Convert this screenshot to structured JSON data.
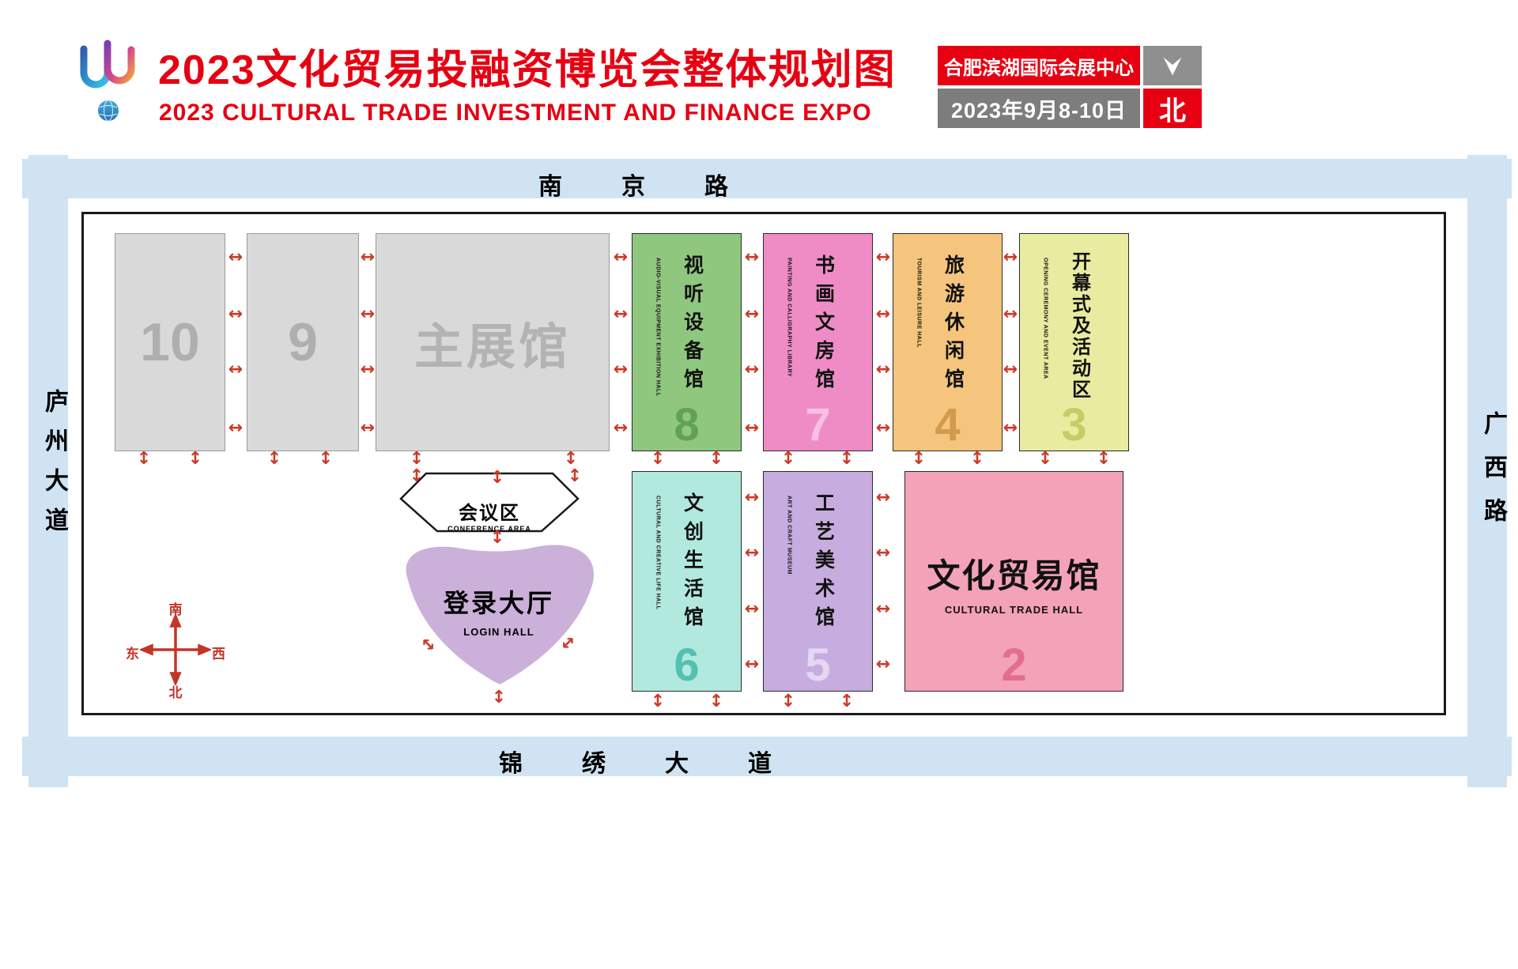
{
  "header": {
    "title_zh": "2023文化贸易投融资博览会整体规划图",
    "title_en": "2023 CULTURAL TRADE INVESTMENT AND FINANCE EXPO",
    "venue": "合肥滨湖国际会展中心",
    "dates": "2023年9月8-10日",
    "north_label": "北"
  },
  "roads": {
    "top": "南京路",
    "bottom": "锦绣大道",
    "left": "庐州大道",
    "right": "广西路"
  },
  "compass": {
    "south": "南",
    "north": "北",
    "east": "东",
    "west": "西"
  },
  "map": {
    "halls": [
      {
        "id": "hall-10",
        "number": "10",
        "fill": "#d9d9d9",
        "number_color": "#afafaf"
      },
      {
        "id": "hall-9",
        "number": "9",
        "fill": "#d9d9d9",
        "number_color": "#afafaf"
      },
      {
        "id": "main-hall",
        "name_zh": "主展馆",
        "fill": "#d9d9d9",
        "name_color": "#b3b3b3"
      },
      {
        "id": "hall-8",
        "number": "8",
        "name_zh": "视听设备馆",
        "name_en": "AUDIO-VISUAL EQUIPMENT EXHIBITION HALL",
        "fill": "#90c77e",
        "number_color": "#61a254"
      },
      {
        "id": "hall-7",
        "number": "7",
        "name_zh": "书画文房馆",
        "name_en": "PAINTING AND CALLIGRAPHY LIBRARY",
        "fill": "#ef8cc6",
        "number_color": "#f8c0e3"
      },
      {
        "id": "hall-4",
        "number": "4",
        "name_zh": "旅游休闲馆",
        "name_en": "TOURISM AND LEISURE HALL",
        "fill": "#f6c57d",
        "number_color": "#d29a4d"
      },
      {
        "id": "hall-3",
        "number": "3",
        "name_zh": "开幕式及活动区",
        "name_en": "OPENING CEREMONY AND EVENT AREA",
        "fill": "#e9eca0",
        "number_color": "#c6cc66"
      },
      {
        "id": "hall-6",
        "number": "6",
        "name_zh": "文创生活馆",
        "name_en": "CULTURAL AND CREATIVE LIFE HALL",
        "fill": "#b2e9de",
        "number_color": "#52c1b0"
      },
      {
        "id": "hall-5",
        "number": "5",
        "name_zh": "工艺美术馆",
        "name_en": "ART AND CRAFT MUSEUM",
        "fill": "#c7addf",
        "number_color": "#e3d7f2"
      },
      {
        "id": "hall-2",
        "number": "2",
        "name_zh": "文化贸易馆",
        "name_en": "CULTURAL TRADE HALL",
        "fill": "#f3a2b7",
        "number_color": "#e06e8f"
      }
    ],
    "conference": {
      "name_zh": "会议区",
      "name_en": "CONFERENCE AREA"
    },
    "login": {
      "name_zh": "登录大厅",
      "name_en": "LOGIN HALL",
      "fill": "#cbb1d9"
    }
  },
  "colors": {
    "accent_red": "#e60012",
    "road": "#cfe3f2",
    "arrow": "#cb3a28",
    "gray_box": "#7d7d7d"
  },
  "icons": {
    "door_arrow_h": "↔",
    "door_arrow_v": "↕"
  }
}
